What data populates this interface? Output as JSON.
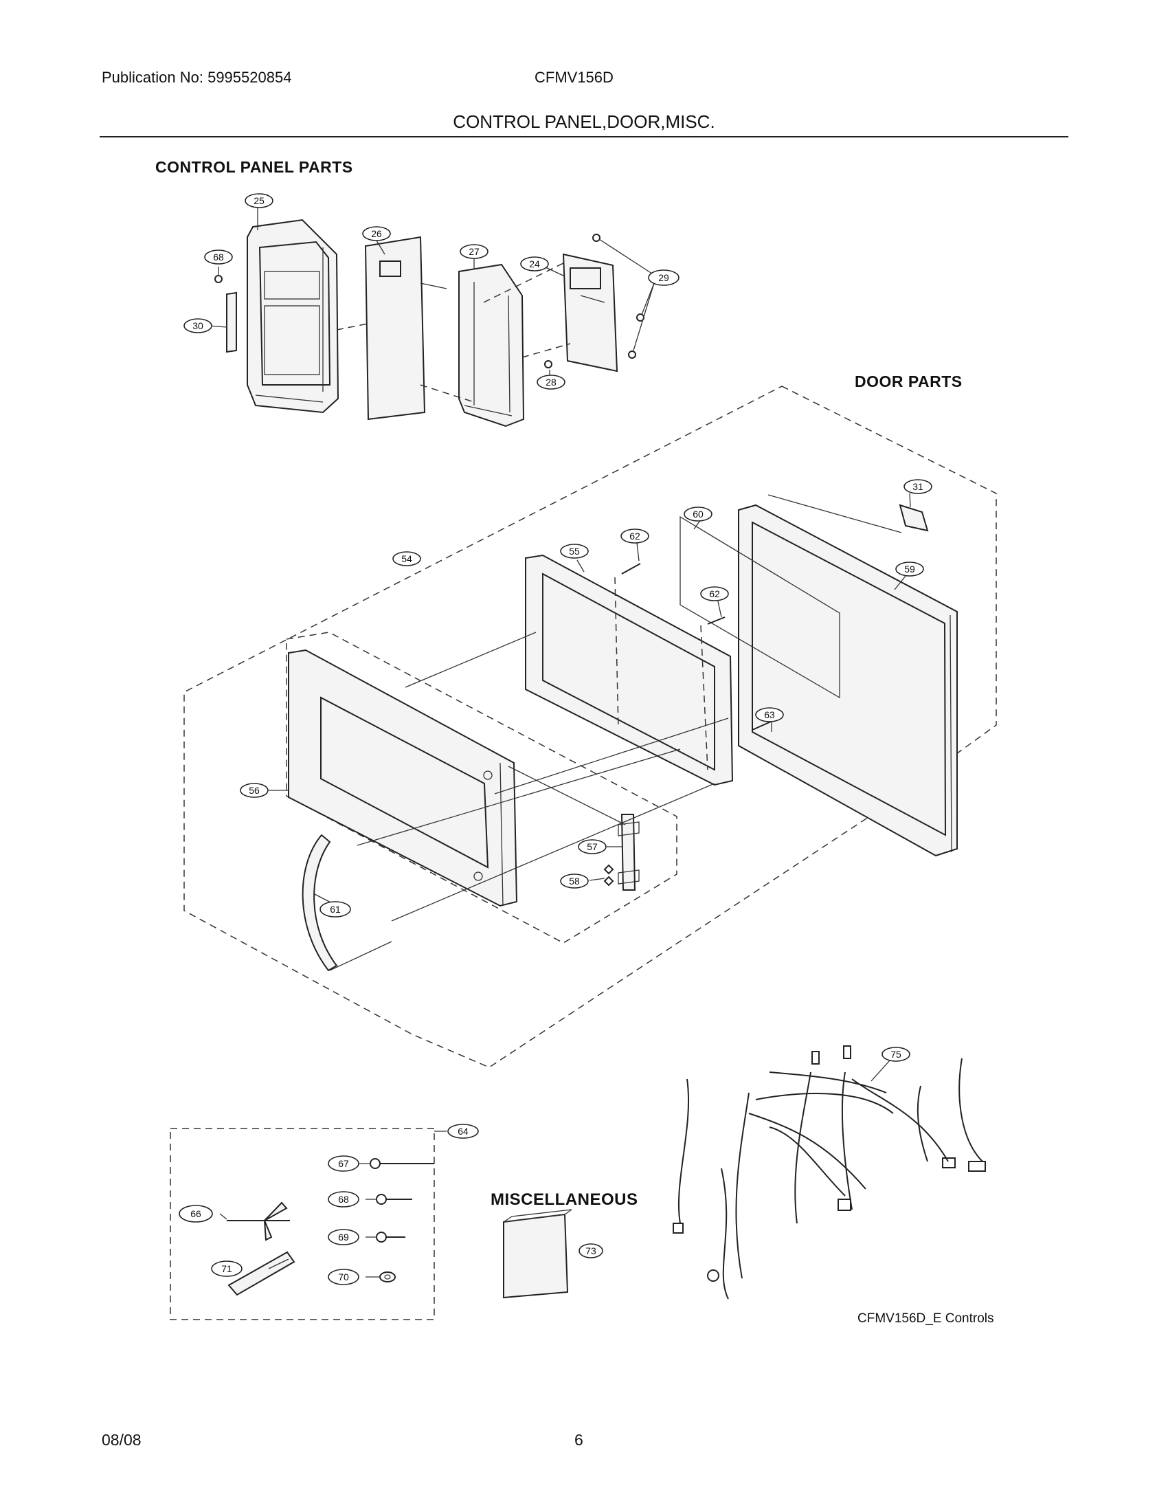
{
  "header": {
    "publication": "Publication No: 5995520854",
    "model": "CFMV156D",
    "title": "CONTROL PANEL,DOOR,MISC."
  },
  "sections": {
    "control_panel": "CONTROL PANEL PARTS",
    "door": "DOOR  PARTS",
    "misc": "MISCELLANEOUS"
  },
  "callouts": {
    "c25": "25",
    "c26": "26",
    "c27": "27",
    "c24": "24",
    "c29": "29",
    "c68a": "68",
    "c30": "30",
    "c28": "28",
    "c31": "31",
    "c60": "60",
    "c62a": "62",
    "c55": "55",
    "c54": "54",
    "c59": "59",
    "c62b": "62",
    "c63": "63",
    "c56": "56",
    "c57": "57",
    "c58": "58",
    "c61": "61",
    "c75": "75",
    "c64": "64",
    "c67": "67",
    "c68b": "68",
    "c66": "66",
    "c69": "69",
    "c71": "71",
    "c70": "70",
    "c73": "73"
  },
  "caption": "CFMV156D_E Controls",
  "footer": {
    "date": "08/08",
    "page": "6"
  }
}
